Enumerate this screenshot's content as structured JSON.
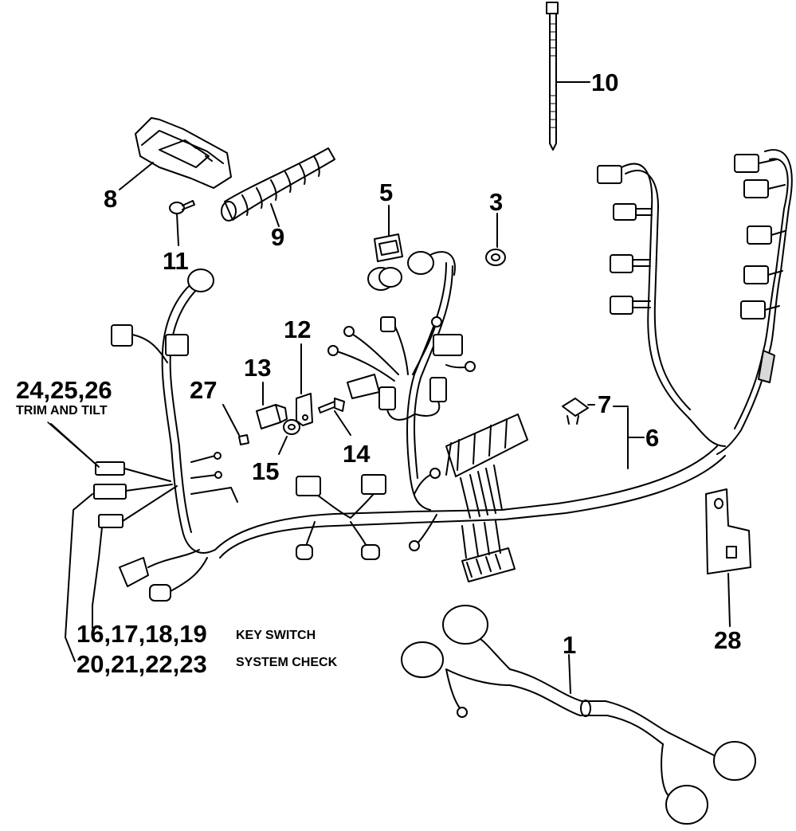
{
  "callouts": {
    "p1": "1",
    "p3": "3",
    "p5": "5",
    "p6": "6",
    "p7": "7",
    "p8": "8",
    "p9": "9",
    "p10": "10",
    "p11": "11",
    "p12": "12",
    "p13": "13",
    "p14": "14",
    "p15": "15",
    "p27": "27",
    "p28": "28",
    "g24": "24,25,26",
    "g16": "16,17,18,19",
    "g20": "20,21,22,23"
  },
  "captions": {
    "trim_tilt": "TRIM AND TILT",
    "key_switch": "KEY SWITCH",
    "system_check": "SYSTEM CHECK"
  },
  "colors": {
    "ink": "#000000",
    "paper": "#ffffff",
    "shade": "#d9d9d9"
  }
}
